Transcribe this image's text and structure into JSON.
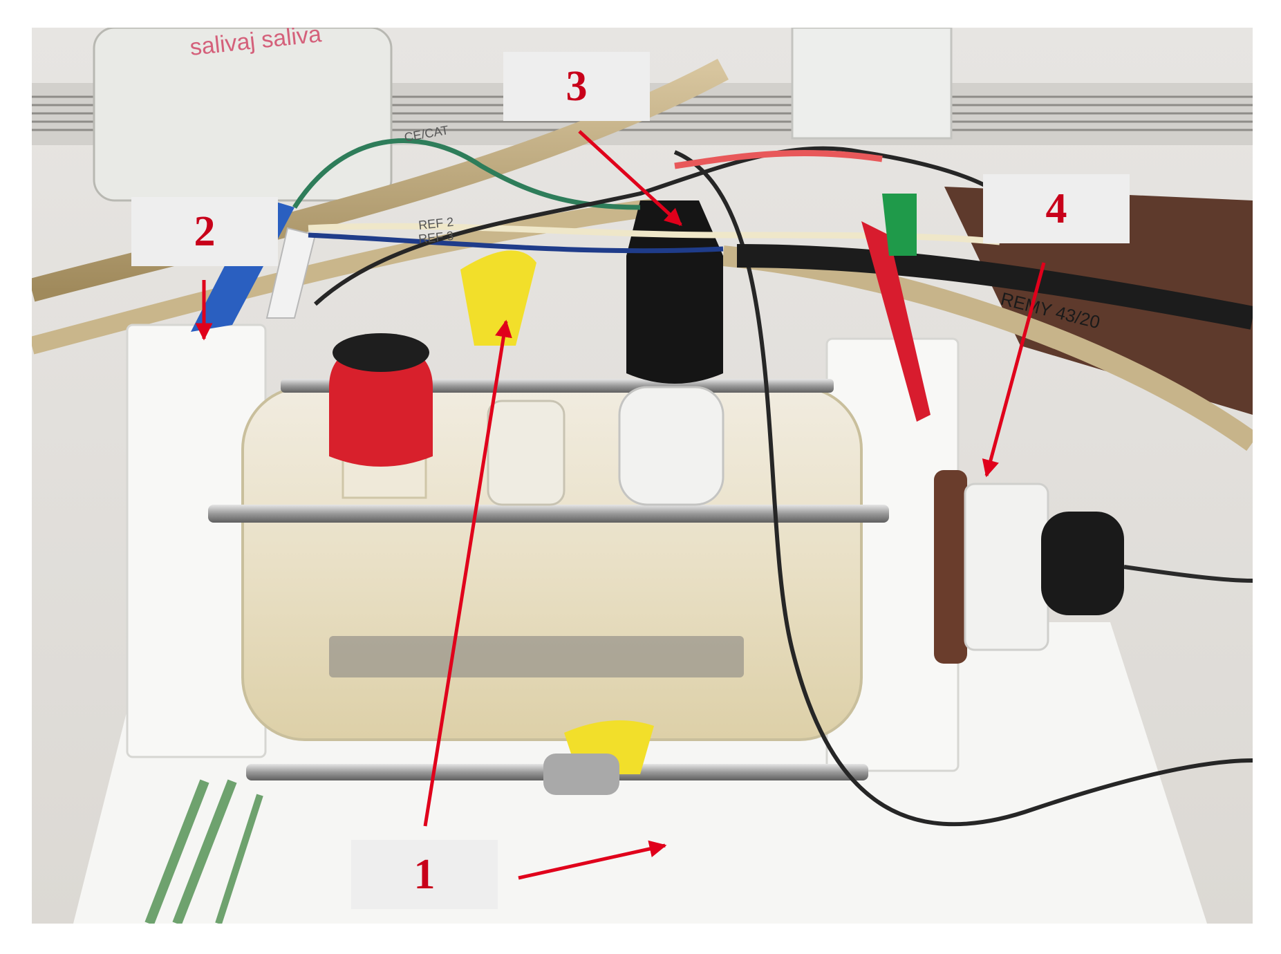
{
  "photo": {
    "jar_label": "salivaj\nsaliva",
    "cable_labels": [
      "REF 2",
      "REF 3",
      "CE/CAT",
      "REMY 43/20"
    ]
  },
  "labels": {
    "label_1": "1",
    "label_2": "2",
    "label_3": "3",
    "label_4": "4"
  },
  "colors": {
    "label_text": "#c8001a",
    "label_bg": "#eeeeee",
    "arrow": "#e0001b"
  }
}
